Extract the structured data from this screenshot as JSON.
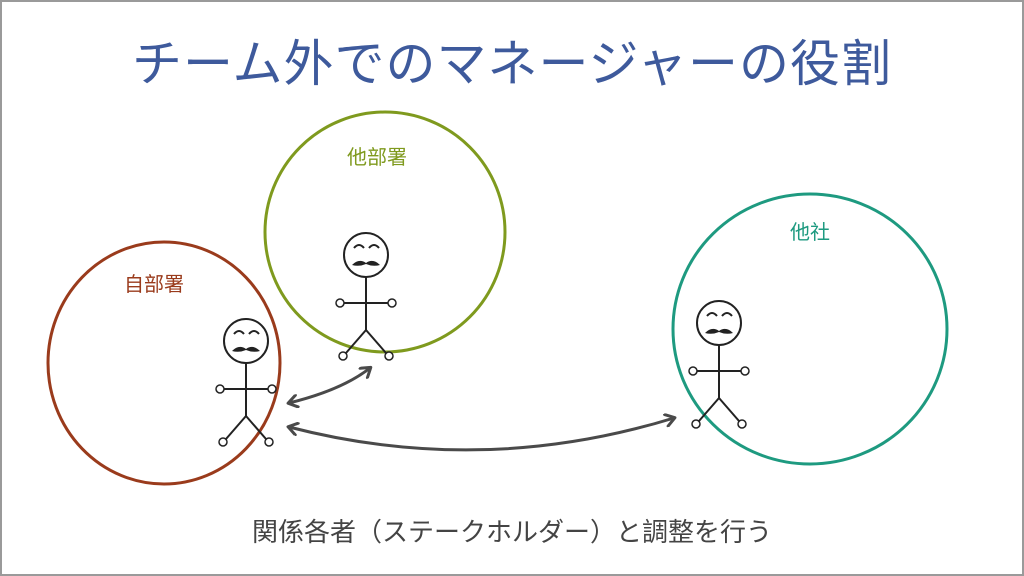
{
  "title": "チーム外でのマネージャーの役割",
  "groups": [
    {
      "label": "自部署",
      "color": "#9a3b1c"
    },
    {
      "label": "他部署",
      "color": "#7f9a1e"
    },
    {
      "label": "他社",
      "color": "#1e9a80"
    }
  ],
  "caption": "関係各者（ステークホルダー）と調整を行う",
  "colors": {
    "title": "#3e5a9c",
    "arrow": "#4a4a4a",
    "figure": "#222222"
  }
}
